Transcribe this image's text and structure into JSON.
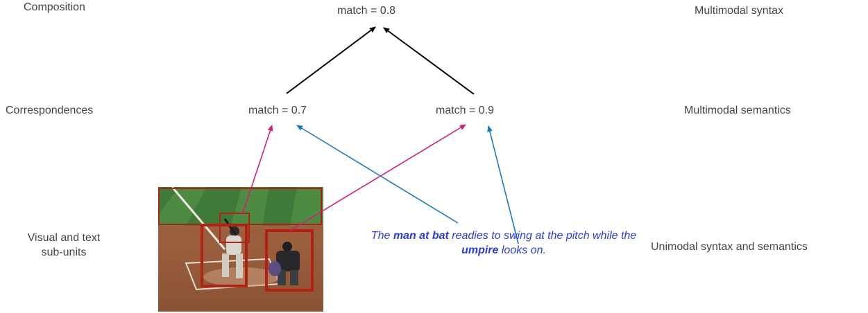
{
  "levels": {
    "composition": "Composition",
    "correspondences": "Correspondences",
    "subunits_line1": "Visual and text",
    "subunits_line2": "sub-units"
  },
  "right_labels": {
    "multimodal_syntax": "Multimodal syntax",
    "multimodal_semantics": "Multimodal semantics",
    "unimodal": "Unimodal syntax and semantics"
  },
  "nodes": {
    "top": "match = 0.8",
    "left": "match = 0.7",
    "right": "match = 0.9"
  },
  "caption": {
    "p1": "The ",
    "p2": "man at bat",
    "p3": " readies to swing at the pitch while the ",
    "p4": "umpire",
    "p5": " looks on."
  },
  "colors": {
    "visual_arrow": "#d0207a",
    "text_arrow": "#1a7bbf",
    "composition_arrow": "#000000",
    "bbox": "#b22214",
    "caption": "#2a3cd8"
  }
}
